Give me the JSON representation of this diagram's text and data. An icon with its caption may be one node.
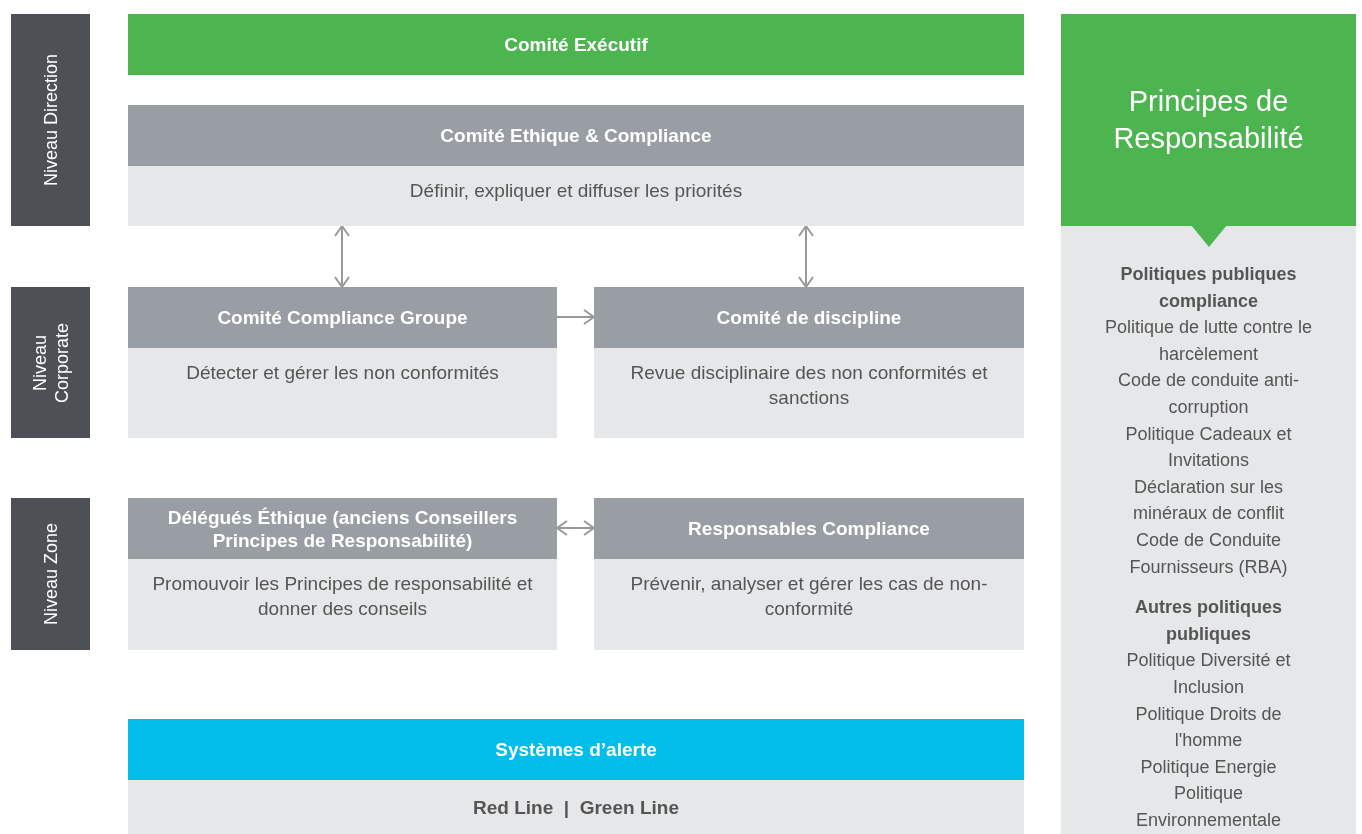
{
  "diagram": {
    "nodes": [
      {
        "text": [
          "Niveau Direction"
        ]
      },
      {
        "text": [
          "Niveau Corporate"
        ]
      },
      {
        "text": [
          "Niveau Zone"
        ]
      },
      {
        "text": [
          "Comité Exécutif"
        ]
      },
      {
        "text": [
          "Comité Ethique & Compliance",
          "Définir, expliquer et diffuser les priorités"
        ]
      },
      {
        "text": [
          "Comité Compliance Groupe",
          "Détecter et gérer les non conformités"
        ]
      },
      {
        "text": [
          "Comité de discipline",
          "Revue disciplinaire des non conformités et sanctions"
        ]
      },
      {
        "text": [
          "Délégués Éthique (anciens Conseillers Principes de Responsabilité)",
          "Promouvoir les Principes de responsabilité et donner des conseils"
        ]
      },
      {
        "text": [
          "Responsables Compliance",
          "Prévenir, analyser et gérer les cas de non-conformité"
        ]
      },
      {
        "text": [
          "Systèmes d’alerte",
          "Red Line  |  Green Line"
        ]
      },
      {
        "text": [
          "Principes de Responsabilité",
          "Politiques publiques compliance",
          "Politique de lutte contre le harcèlement",
          "Code de conduite anti-corruption",
          "Politique Cadeaux et Invitations",
          "Déclaration sur les minéraux de conflit",
          "Code de Conduite Fournisseurs (RBA)",
          "Autres politiques publiques",
          "Politique Diversité et Inclusion",
          "Politique Droits de l'homme",
          "Politique Energie",
          "Politique Environnementale"
        ]
      }
    ],
    "edges": [
      {
        "from": 4,
        "to": 5,
        "arrow": "both"
      },
      {
        "from": 4,
        "to": 6,
        "arrow": "both"
      },
      {
        "from": 5,
        "to": 6,
        "arrow": "to"
      },
      {
        "from": 7,
        "to": 8,
        "arrow": "both"
      }
    ]
  }
}
